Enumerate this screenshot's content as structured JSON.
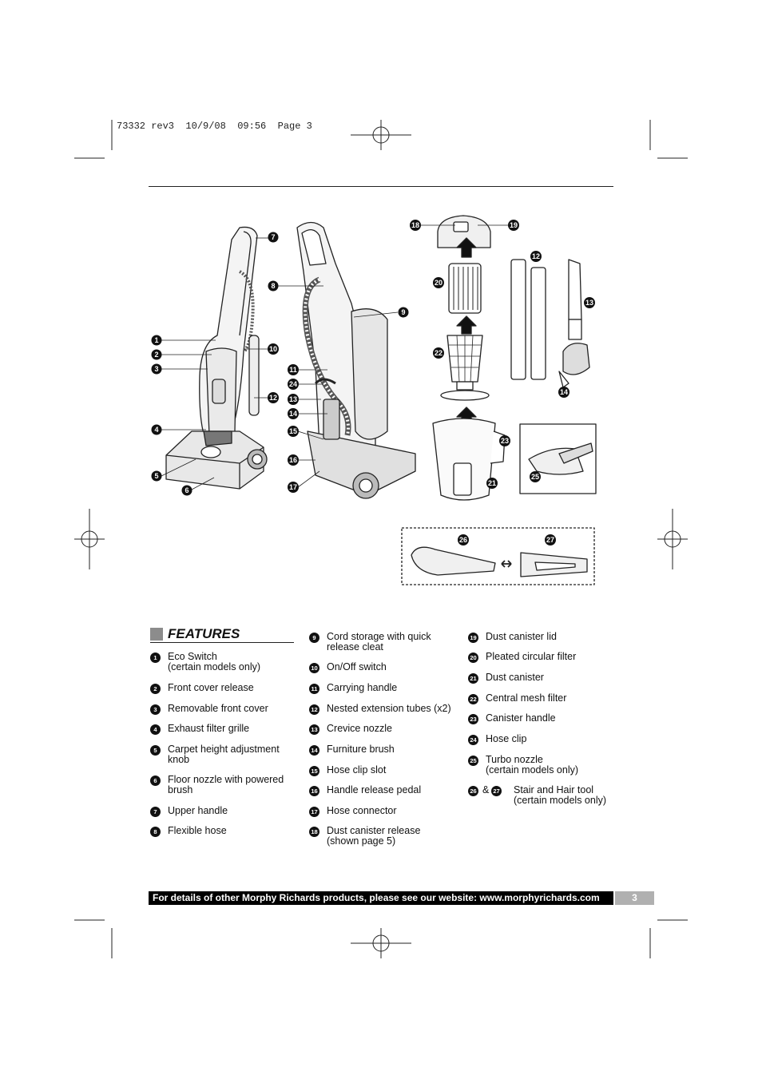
{
  "print_header": "73332 rev3  10/9/08  09:56  Page 3",
  "features_title": "FEATURES",
  "features": [
    {
      "n": "1",
      "label": "Eco Switch\n(certain models only)"
    },
    {
      "n": "2",
      "label": "Front cover release"
    },
    {
      "n": "3",
      "label": "Removable front cover"
    },
    {
      "n": "4",
      "label": "Exhaust filter grille"
    },
    {
      "n": "5",
      "label": "Carpet height adjustment knob"
    },
    {
      "n": "6",
      "label": "Floor nozzle with powered brush"
    },
    {
      "n": "7",
      "label": "Upper handle"
    },
    {
      "n": "8",
      "label": "Flexible hose"
    },
    {
      "n": "9",
      "label": "Cord storage with quick release cleat"
    },
    {
      "n": "10",
      "label": "On/Off switch"
    },
    {
      "n": "11",
      "label": "Carrying handle"
    },
    {
      "n": "12",
      "label": "Nested extension tubes (x2)"
    },
    {
      "n": "13",
      "label": "Crevice nozzle"
    },
    {
      "n": "14",
      "label": "Furniture brush"
    },
    {
      "n": "15",
      "label": "Hose clip slot"
    },
    {
      "n": "16",
      "label": "Handle release pedal"
    },
    {
      "n": "17",
      "label": "Hose connector"
    },
    {
      "n": "18",
      "label": "Dust canister release\n(shown page 5)"
    },
    {
      "n": "19",
      "label": "Dust canister lid"
    },
    {
      "n": "20",
      "label": "Pleated circular filter"
    },
    {
      "n": "21",
      "label": "Dust canister"
    },
    {
      "n": "22",
      "label": "Central mesh filter"
    },
    {
      "n": "23",
      "label": "Canister handle"
    },
    {
      "n": "24",
      "label": "Hose clip"
    },
    {
      "n": "25",
      "label": "Turbo nozzle\n(certain models only)"
    },
    {
      "n": "26",
      "n2": "27",
      "amp": "&",
      "label": "Stair and Hair tool\n(certain models only)"
    }
  ],
  "footer_text": "For details of other Morphy Richards products, please see our website: www.morphyrichards.com",
  "page_number": "3"
}
